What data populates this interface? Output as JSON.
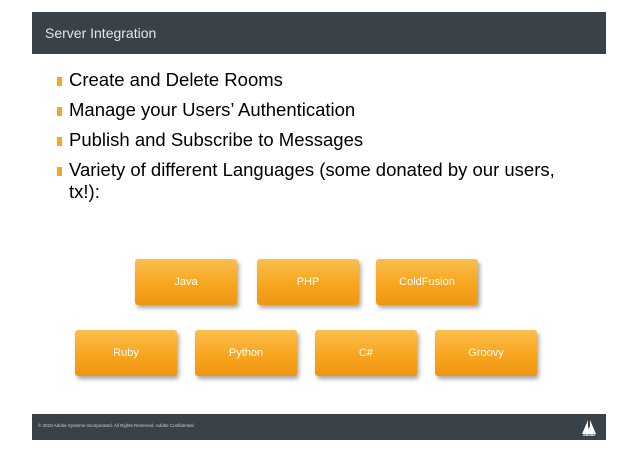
{
  "header": {
    "title": "Server Integration"
  },
  "bullets": [
    "Create and Delete Rooms",
    "Manage your Users’ Authentication",
    "Publish and Subscribe to Messages",
    "Variety of different Languages (some donated by our users, tx!):"
  ],
  "languages": {
    "row1": [
      "Java",
      "PHP",
      "ColdFusion"
    ],
    "row2": [
      "Ruby",
      "Python",
      "C#",
      "Groovy"
    ]
  },
  "footer": {
    "copyright": "© 2010 Adobe Systems Incorporated.  All Rights Reserved.  Adobe Confidential.",
    "logo_text": "Adobe"
  },
  "colors": {
    "header_bg": "#3a4249",
    "accent": "#f5a623",
    "box_orange": "#f7a51f"
  }
}
